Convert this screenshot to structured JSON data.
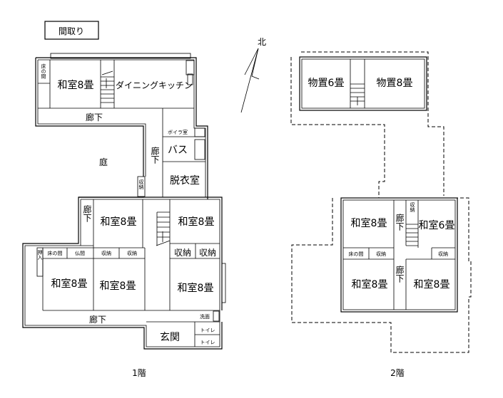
{
  "title": "間取り",
  "north": "北",
  "floor1": {
    "label": "1階",
    "rooms": {
      "tokonoma_top": "床の間",
      "washitsu_top": "和室8畳",
      "dining_kitchen": "ダイニングキッチン",
      "hall_top": "廊下",
      "boiler": "ボイラ室",
      "bath": "バス",
      "dressing": "脱衣室",
      "hall_vertical": "廊下",
      "garden": "庭",
      "storage_small": "収納",
      "hall_left": "廊下",
      "washitsu_a": "和室8畳",
      "washitsu_b": "和室8畳",
      "storage_r1": "収納",
      "storage_r2": "収納",
      "tokonoma": "床の間",
      "butsuma": "仏間",
      "storage_1": "収納",
      "storage_2": "収納",
      "oshiire": "押入",
      "washitsu_c": "和室8畳",
      "washitsu_d": "和室8畳",
      "washitsu_e": "和室8畳",
      "hall_bottom": "廊下",
      "washroom": "洗面",
      "entrance": "玄関",
      "toilet_1": "トイレ",
      "toilet_2": "トイレ"
    }
  },
  "floor2": {
    "label": "2階",
    "rooms": {
      "storage_6": "物置6畳",
      "storage_8": "物置8畳",
      "washitsu_a": "和室8畳",
      "washitsu_b": "和室6畳",
      "storage_stair": "収納",
      "hall_1": "廊下",
      "tokonoma": "床の間",
      "storage_1": "収納",
      "storage_2": "収納",
      "washitsu_c": "和室8畳",
      "hall_2": "廊下",
      "washitsu_d": "和室8畳"
    }
  }
}
